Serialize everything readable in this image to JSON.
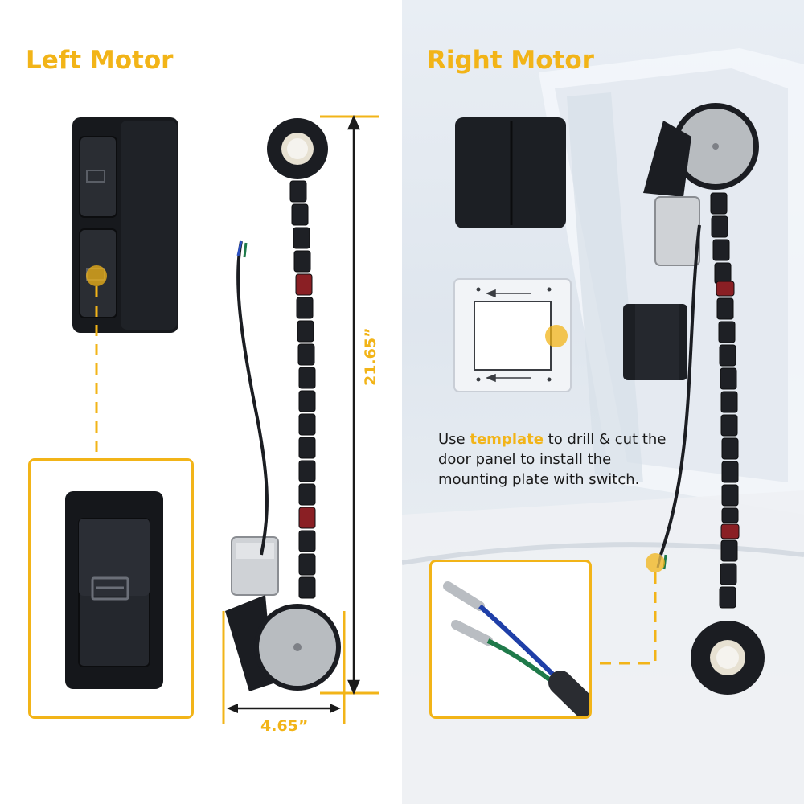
{
  "left": {
    "title": "Left Motor"
  },
  "right": {
    "title": "Right Motor"
  },
  "dimensions": {
    "height": "21.65”",
    "width": "4.65”"
  },
  "instruction": {
    "before": "Use ",
    "highlight": "template",
    "after": " to drill & cut the door panel to install the mounting plate with switch."
  },
  "colors": {
    "accent": "#f2b418",
    "dark": "#1b1d22",
    "wire_blue": "#1f3fa8",
    "wire_green": "#1f7a4a",
    "link_red": "#8a1f24"
  },
  "icons": [
    "window-icon",
    "arrow-left-icon",
    "callout-dot-icon"
  ]
}
